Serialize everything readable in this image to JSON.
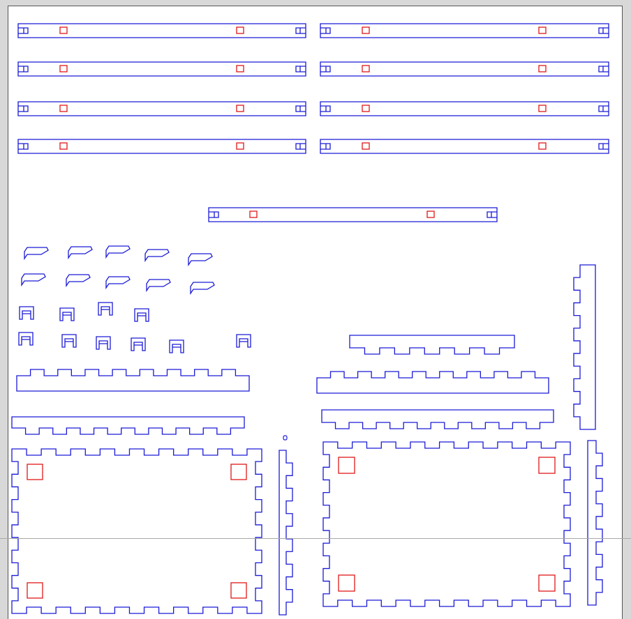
{
  "canvas": {
    "background": "#d8d8d8",
    "sheet_background": "#ffffff"
  },
  "colors": {
    "cut_line": "#1a1ad6",
    "hole_line": "#e01818",
    "guide_line": "#a8a8a8"
  },
  "parts": {
    "rails": 9,
    "hooks": 10,
    "clips": 10,
    "finger_strips": 5,
    "vertical_strips": 3,
    "panels": 2,
    "pegs": 1
  }
}
